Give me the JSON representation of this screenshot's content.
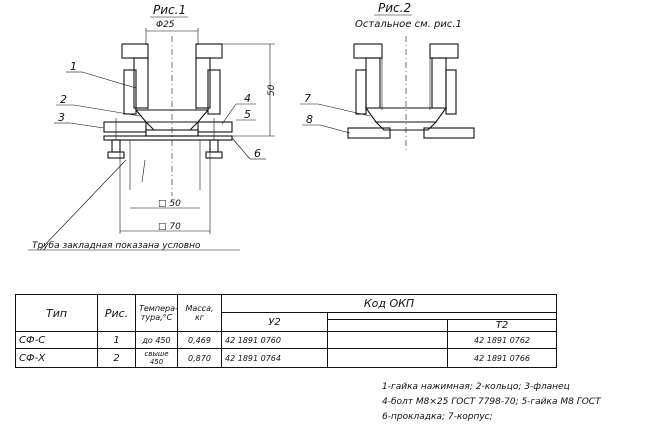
{
  "figures": {
    "fig1_title": "Рис.1",
    "fig2_title": "Рис.2",
    "fig2_note": "Остальное см. рис.1",
    "dim_diameter": "Φ25",
    "dim_height": "50",
    "dim_square_small": "□ 50",
    "dim_square_large": "□ 70",
    "callout_1": "1",
    "callout_2": "2",
    "callout_3": "3",
    "callout_4": "4",
    "callout_5": "5",
    "callout_6": "6",
    "callout_7": "7",
    "callout_8": "8",
    "pipe_note": "Труба закладная показана условно"
  },
  "table": {
    "col_type": "Тип",
    "col_fig": "Рис.",
    "col_temp": "Темпера-тура,°С",
    "col_mass": "Масса, кг",
    "col_code": "Код ОКП",
    "col_u2": "У2",
    "col_t2": "Т2",
    "rows": [
      {
        "type": "СФ-С",
        "fig": "1",
        "temp": "до 450",
        "mass": "0,469",
        "u2": "42 1891 0760",
        "mid": "",
        "t2": "42 1891 0762"
      },
      {
        "type": "СФ-Х",
        "fig": "2",
        "temp": "свыше 450",
        "mass": "0,870",
        "u2": "42 1891 0764",
        "mid": "",
        "t2": "42 1891 0766"
      }
    ]
  },
  "notes": [
    "1-гайка нажимная; 2-кольцо; 3-фланец",
    "4-болт М8×25 ГОСТ 7798-70; 5-гайка М8 ГОСТ",
    "6-прокладка; 7-корпус;"
  ]
}
